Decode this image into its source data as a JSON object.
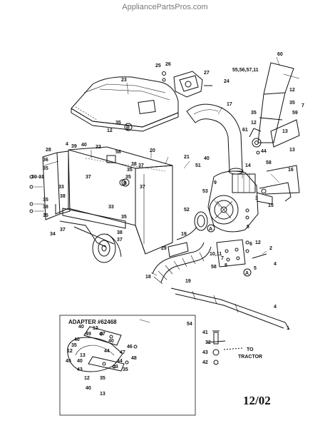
{
  "watermark": "AppliancePartsPros.com",
  "date_code": "12/02",
  "adapter_title": "ADAPTER #62468",
  "to_tractor": [
    "TO",
    "TRACTOR"
  ],
  "callouts": [
    {
      "id": "c-60",
      "text": "60"
    },
    {
      "id": "c-55",
      "text": "55,56,57,11"
    },
    {
      "id": "c-12a",
      "text": "12"
    },
    {
      "id": "c-35a",
      "text": "35"
    },
    {
      "id": "c-7",
      "text": "7"
    },
    {
      "id": "c-59",
      "text": "59"
    },
    {
      "id": "c-35b",
      "text": "35"
    },
    {
      "id": "c-12b",
      "text": "12"
    },
    {
      "id": "c-13a",
      "text": "13"
    },
    {
      "id": "c-61",
      "text": "61"
    },
    {
      "id": "c-13b",
      "text": "13"
    },
    {
      "id": "c-44",
      "text": "44"
    },
    {
      "id": "c-58a",
      "text": "58"
    },
    {
      "id": "c-23",
      "text": "23"
    },
    {
      "id": "c-25",
      "text": "25"
    },
    {
      "id": "c-26",
      "text": "26"
    },
    {
      "id": "c-27",
      "text": "27"
    },
    {
      "id": "c-24",
      "text": "24"
    },
    {
      "id": "c-17",
      "text": "17"
    },
    {
      "id": "c-35c",
      "text": "35"
    },
    {
      "id": "c-12c",
      "text": "12"
    },
    {
      "id": "c-28",
      "text": "28"
    },
    {
      "id": "c-4",
      "text": "4"
    },
    {
      "id": "c-39",
      "text": "39"
    },
    {
      "id": "c-40a",
      "text": "40"
    },
    {
      "id": "c-22",
      "text": "22"
    },
    {
      "id": "c-36",
      "text": "36"
    },
    {
      "id": "c-35d",
      "text": "35"
    },
    {
      "id": "c-58b",
      "text": "58"
    },
    {
      "id": "c-20",
      "text": "20"
    },
    {
      "id": "c-21",
      "text": "21"
    },
    {
      "id": "c-40b",
      "text": "40"
    },
    {
      "id": "c-51",
      "text": "51"
    },
    {
      "id": "c-14",
      "text": "14"
    },
    {
      "id": "c-16",
      "text": "16"
    },
    {
      "id": "c-30",
      "text": "30"
    },
    {
      "id": "c-31",
      "text": "31"
    },
    {
      "id": "c-33a",
      "text": "33"
    },
    {
      "id": "c-37a",
      "text": "37"
    },
    {
      "id": "c-35e",
      "text": "35"
    },
    {
      "id": "c-38a",
      "text": "38"
    },
    {
      "id": "c-37b",
      "text": "37"
    },
    {
      "id": "c-35f",
      "text": "35"
    },
    {
      "id": "c-38b",
      "text": "38"
    },
    {
      "id": "c-37c",
      "text": "37"
    },
    {
      "id": "c-35g",
      "text": "35"
    },
    {
      "id": "c-38c",
      "text": "38"
    },
    {
      "id": "c-35h",
      "text": "35"
    },
    {
      "id": "c-53",
      "text": "53"
    },
    {
      "id": "c-9",
      "text": "9"
    },
    {
      "id": "c-3",
      "text": "3"
    },
    {
      "id": "c-15",
      "text": "15"
    },
    {
      "id": "c-33b",
      "text": "33"
    },
    {
      "id": "c-52",
      "text": "52"
    },
    {
      "id": "c-35i",
      "text": "35"
    },
    {
      "id": "c-34",
      "text": "34"
    },
    {
      "id": "c-37d",
      "text": "37"
    },
    {
      "id": "c-38d",
      "text": "38"
    },
    {
      "id": "c-37e",
      "text": "37"
    },
    {
      "id": "c-19a",
      "text": "19"
    },
    {
      "id": "c-5",
      "text": "5"
    },
    {
      "id": "c-6",
      "text": "6"
    },
    {
      "id": "c-12d",
      "text": "12"
    },
    {
      "id": "c-2",
      "text": "2"
    },
    {
      "id": "c-29",
      "text": "29"
    },
    {
      "id": "c-1011",
      "text": "10,11"
    },
    {
      "id": "c-7b",
      "text": "7"
    },
    {
      "id": "c-8",
      "text": "8"
    },
    {
      "id": "c-58c",
      "text": "58"
    },
    {
      "id": "c-4b",
      "text": "4"
    },
    {
      "id": "c-5b",
      "text": "5"
    },
    {
      "id": "c-18",
      "text": "18"
    },
    {
      "id": "c-19b",
      "text": "19"
    },
    {
      "id": "c-4c",
      "text": "4"
    },
    {
      "id": "c-1",
      "text": "1"
    },
    {
      "id": "c-54",
      "text": "54"
    },
    {
      "id": "c-41",
      "text": "41"
    },
    {
      "id": "c-32",
      "text": "32"
    },
    {
      "id": "c-43",
      "text": "43"
    },
    {
      "id": "c-42",
      "text": "42"
    },
    {
      "id": "a-40a",
      "text": "40"
    },
    {
      "id": "a-13a",
      "text": "13"
    },
    {
      "id": "a-49",
      "text": "49"
    },
    {
      "id": "a-47a",
      "text": "47"
    },
    {
      "id": "a-40b",
      "text": "40"
    },
    {
      "id": "a-35a",
      "text": "35"
    },
    {
      "id": "a-12a",
      "text": "12"
    },
    {
      "id": "a-45",
      "text": "45"
    },
    {
      "id": "a-13b",
      "text": "13"
    },
    {
      "id": "a-40c",
      "text": "40"
    },
    {
      "id": "a-40d",
      "text": "40"
    },
    {
      "id": "a-44a",
      "text": "44"
    },
    {
      "id": "a-46",
      "text": "46"
    },
    {
      "id": "a-47b",
      "text": "47"
    },
    {
      "id": "a-48",
      "text": "48"
    },
    {
      "id": "a-44b",
      "text": "44"
    },
    {
      "id": "a-13c",
      "text": "13"
    },
    {
      "id": "a-43",
      "text": "43"
    },
    {
      "id": "a-35b",
      "text": "35"
    },
    {
      "id": "a-12b",
      "text": "12"
    },
    {
      "id": "a-35c",
      "text": "35"
    },
    {
      "id": "a-40e",
      "text": "40"
    },
    {
      "id": "a-13d",
      "text": "13"
    }
  ],
  "ref_letters": {
    "a": "A",
    "b": "B"
  }
}
